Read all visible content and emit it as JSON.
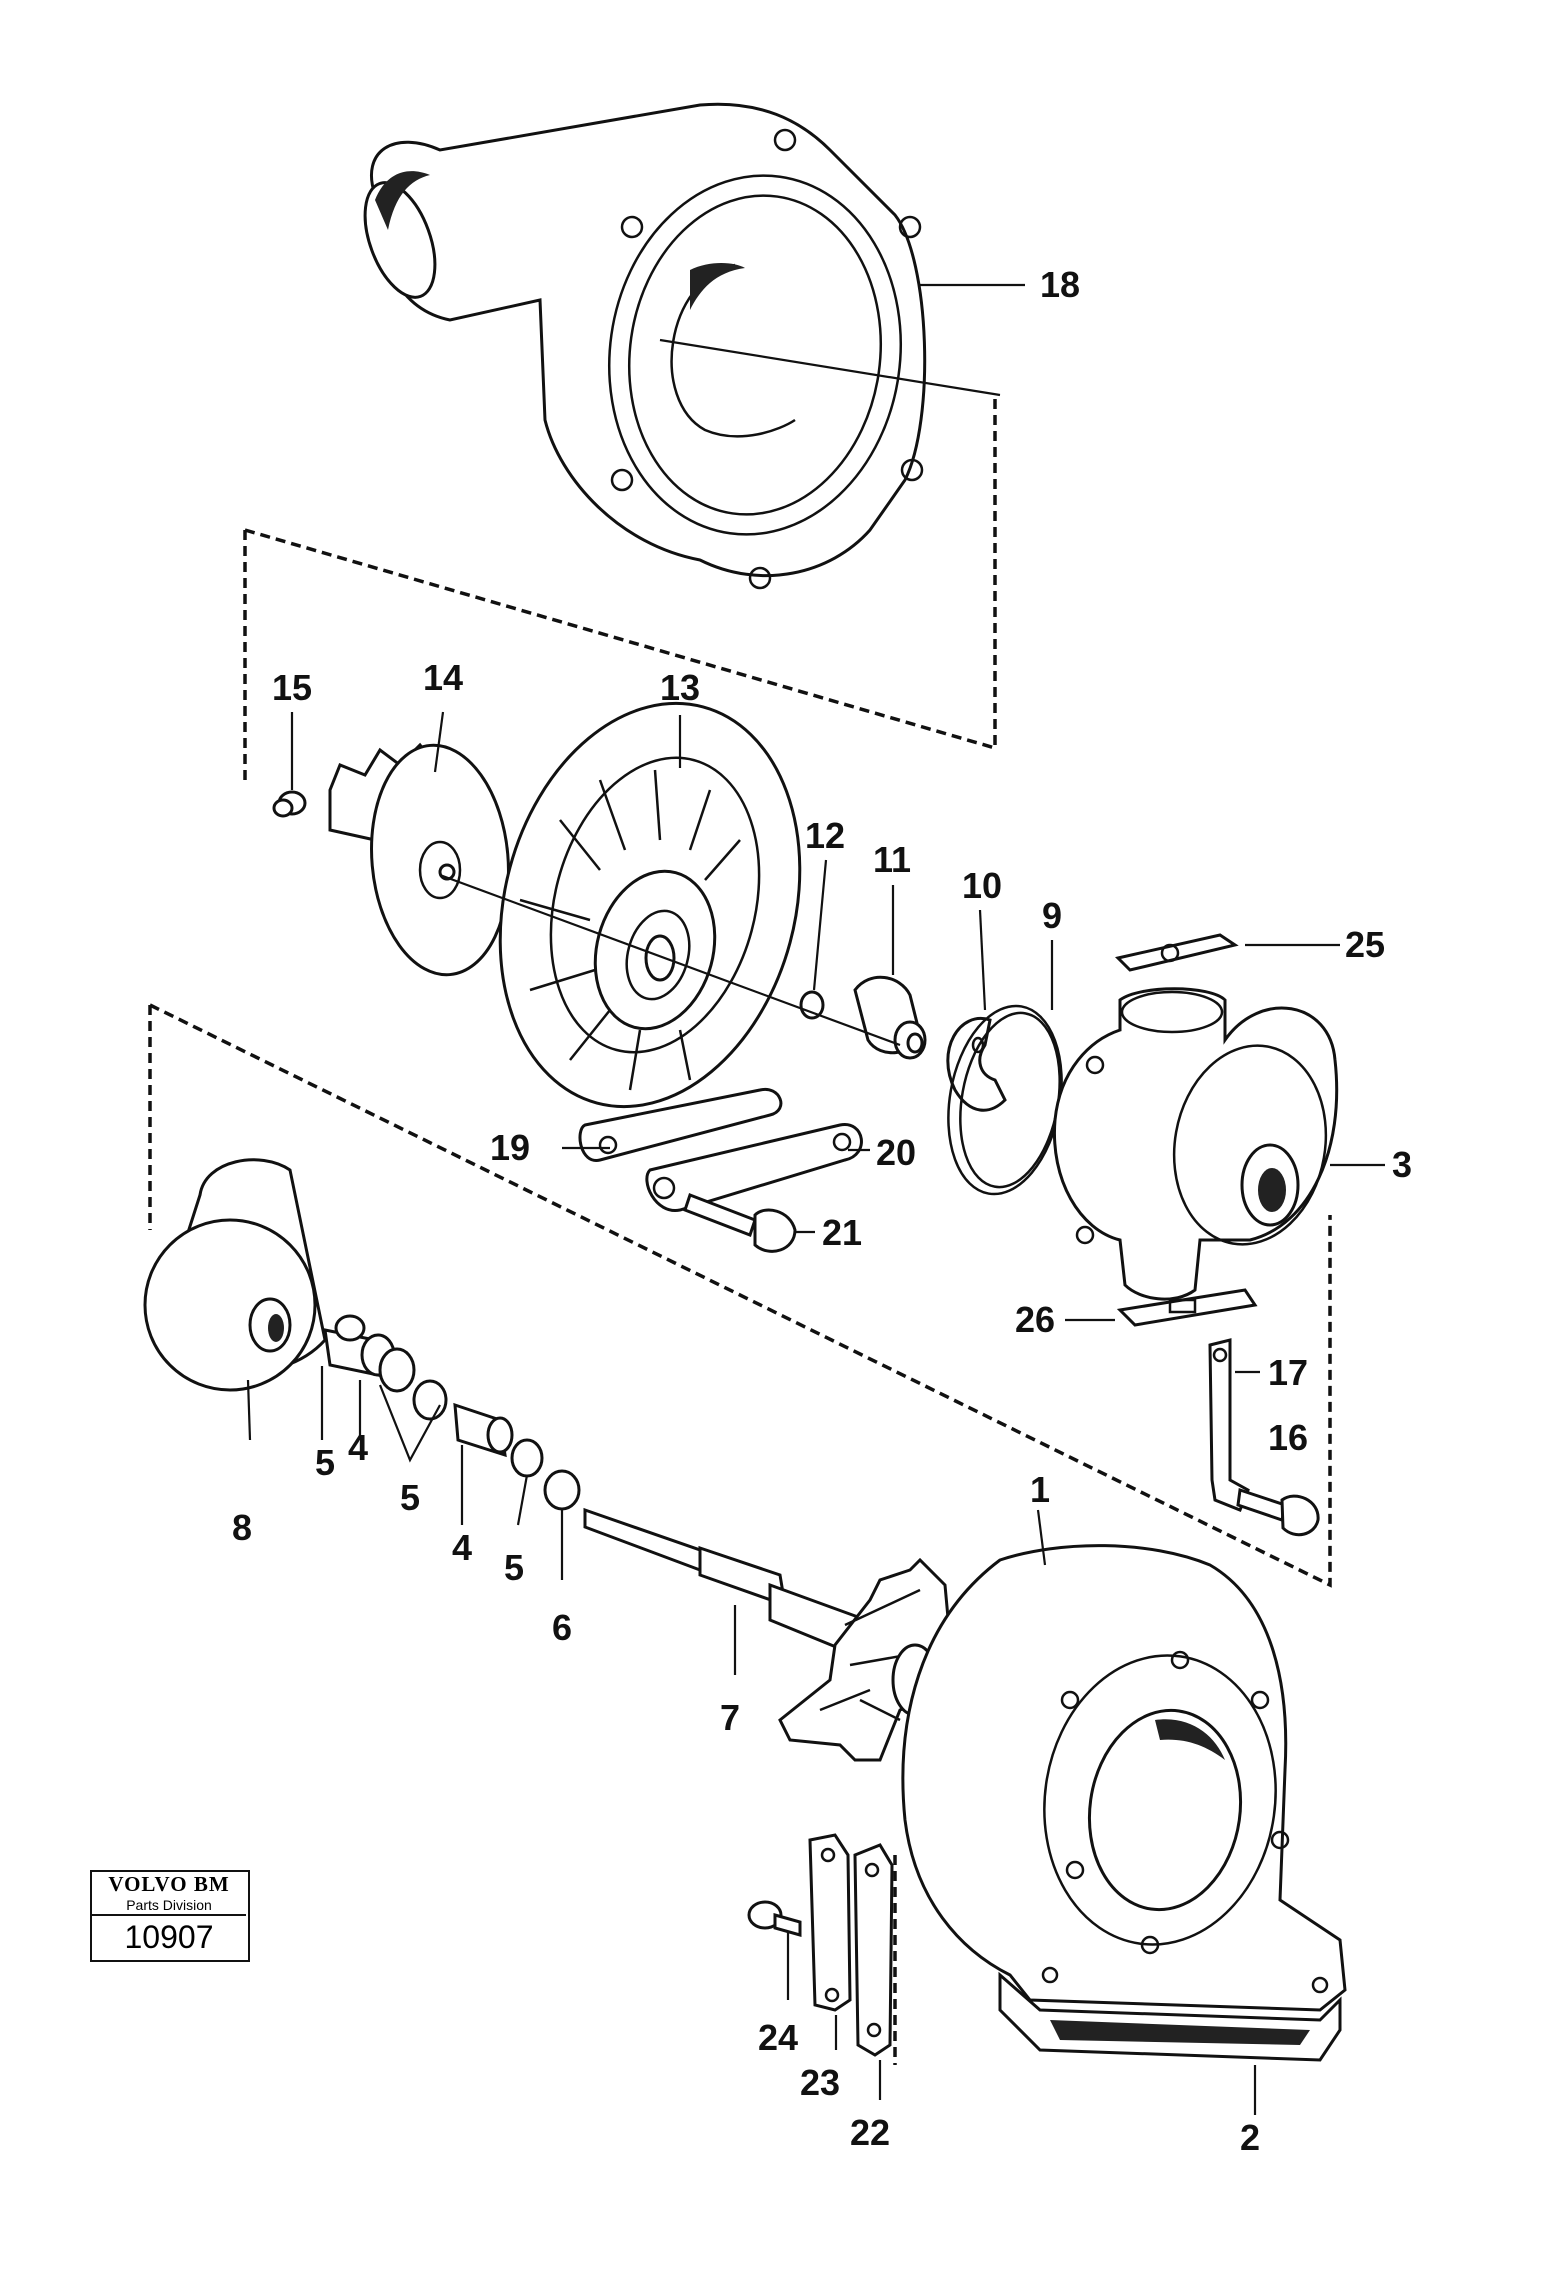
{
  "logo": {
    "brand": "VOLVO BM",
    "division": "Parts Division",
    "plate_number": "10907"
  },
  "callouts": [
    "1",
    "2",
    "3",
    "4",
    "4",
    "5",
    "5",
    "5",
    "6",
    "7",
    "8",
    "9",
    "10",
    "11",
    "12",
    "13",
    "14",
    "15",
    "16",
    "17",
    "18",
    "19",
    "20",
    "21",
    "22",
    "23",
    "24",
    "25",
    "26"
  ]
}
